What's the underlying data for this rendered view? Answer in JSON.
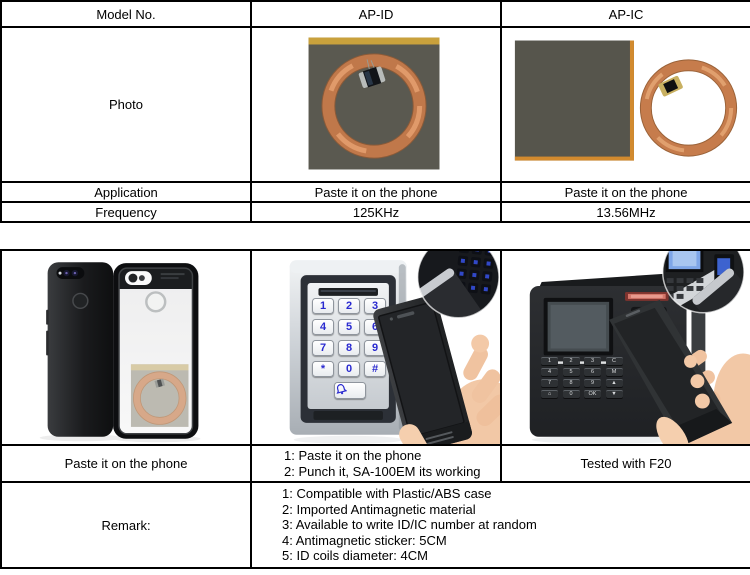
{
  "spec_table": {
    "headers": {
      "model": "Model No.",
      "ap_id": "AP-ID",
      "ap_ic": "AP-IC"
    },
    "photo_label": "Photo",
    "application": {
      "label": "Application",
      "ap_id": "Paste it on the phone",
      "ap_ic": "Paste it on the phone"
    },
    "frequency": {
      "label": "Frequency",
      "ap_id": "125KHz",
      "ap_ic": "13.56MHz"
    }
  },
  "demo_table": {
    "captions": {
      "case": "Paste it on the phone",
      "keypad": "1: Paste it on the phone\n2: Punch it, SA-100EM its working",
      "attendance": "Tested with F20"
    },
    "remark": {
      "label": "Remark:",
      "text": "1: Compatible with Plastic/ABS case\n2: Imported Antimagnetic material\n3: Available to write ID/IC number at random\n4: Antimagnetic sticker: 5CM\n5: ID coils diameter: 4CM"
    }
  },
  "photos": {
    "keypad_device": {
      "keys": [
        "1",
        "2",
        "3",
        "4",
        "5",
        "6",
        "7",
        "8",
        "9",
        "*",
        "0",
        "#"
      ],
      "key_color": "#2a2ad0"
    },
    "attendance_device": {
      "keys": [
        "1",
        "2",
        "3",
        "C",
        "4",
        "5",
        "6",
        "M",
        "7",
        "8",
        "9",
        "▲",
        "⌂",
        "0",
        "OK",
        "▼"
      ]
    },
    "colors": {
      "coil_copper": "#c0784a",
      "sticker_gold_strip": "#c9a13c",
      "sticker_base": "#5a5950",
      "ic_edge_orange": "#d28a2e",
      "led_red": "#d4766a",
      "device_silver": "#c9ced3",
      "skin": "#f2c8a6"
    }
  }
}
